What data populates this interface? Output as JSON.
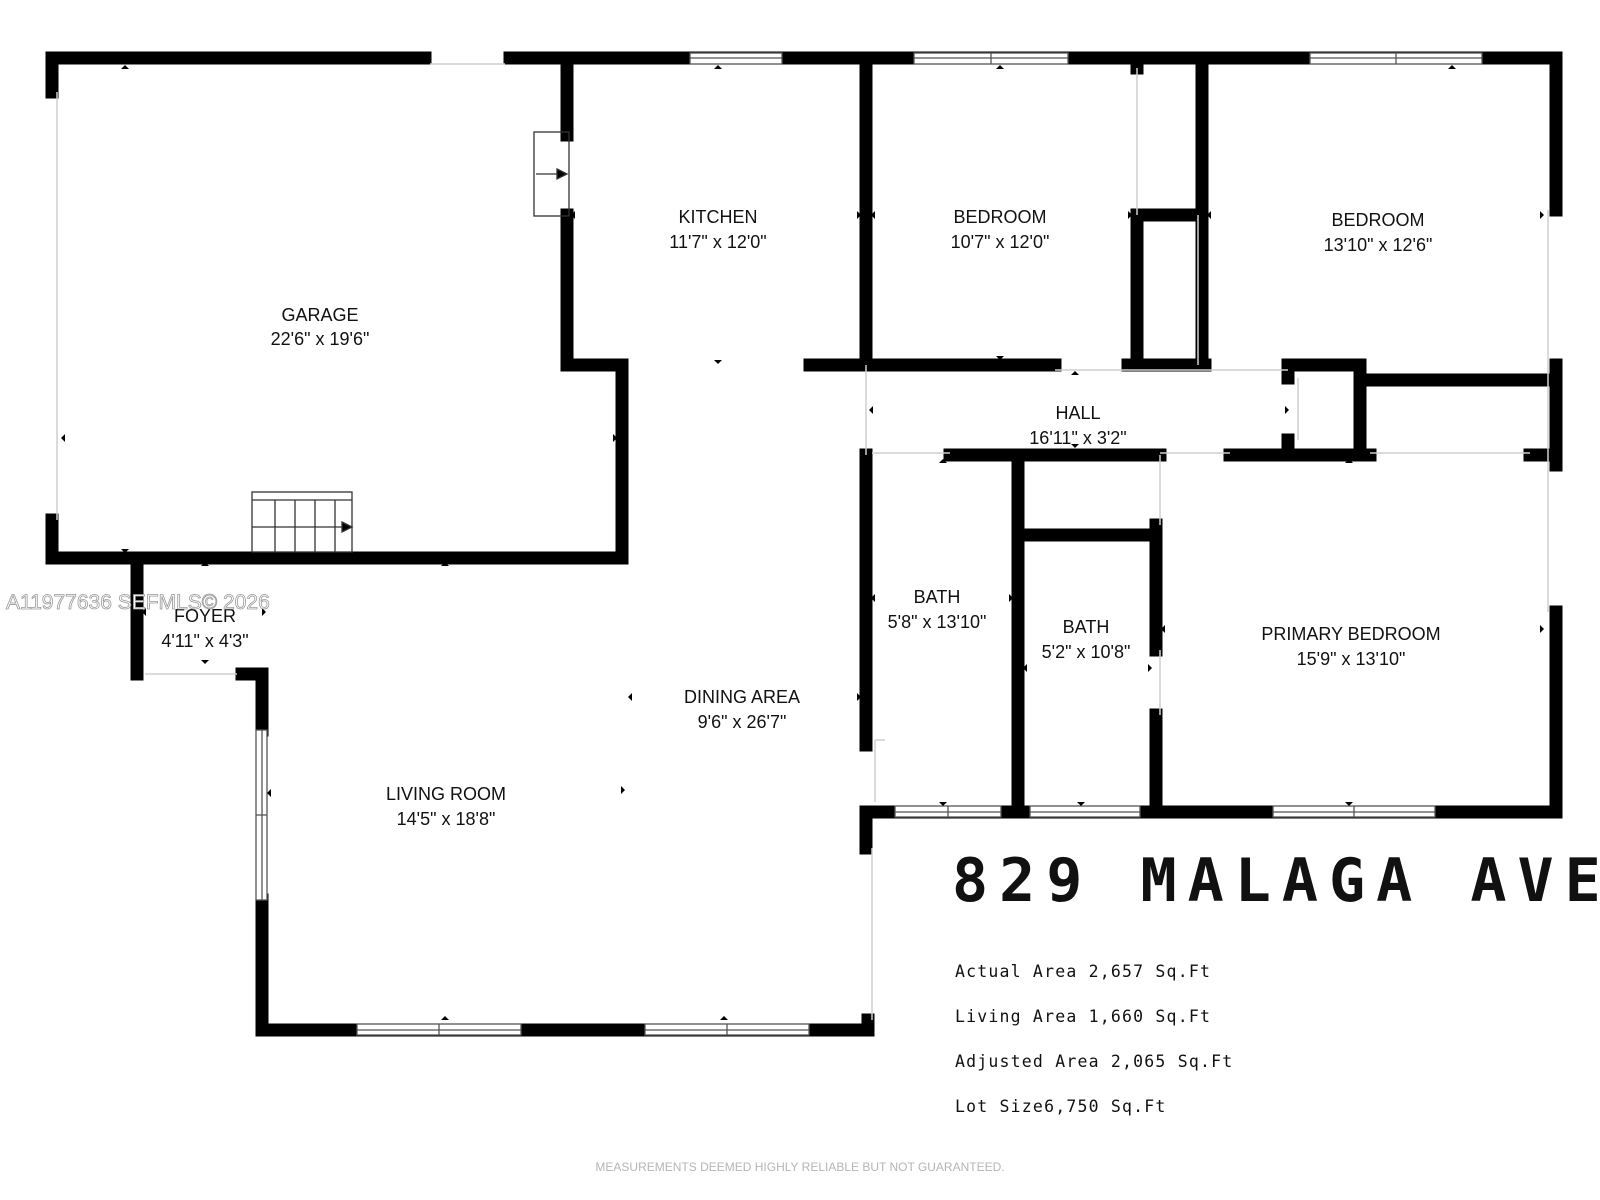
{
  "watermark": "A11977636 SEFMLS© 2026",
  "rooms": [
    {
      "name": "GARAGE",
      "dims": "22'6\" x 19'6\""
    },
    {
      "name": "KITCHEN",
      "dims": "11'7\" x 12'0\""
    },
    {
      "name": "BEDROOM",
      "dims": "10'7\" x 12'0\""
    },
    {
      "name": "BEDROOM",
      "dims": "13'10\" x 12'6\""
    },
    {
      "name": "HALL",
      "dims": "16'11\" x 3'2\""
    },
    {
      "name": "FOYER",
      "dims": "4'11\" x 4'3\""
    },
    {
      "name": "BATH",
      "dims": "5'8\" x 13'10\""
    },
    {
      "name": "BATH",
      "dims": "5'2\" x 10'8\""
    },
    {
      "name": "PRIMARY BEDROOM",
      "dims": "15'9\" x 13'10\""
    },
    {
      "name": "DINING AREA",
      "dims": "9'6\" x 26'7\""
    },
    {
      "name": "LIVING ROOM",
      "dims": "14'5\" x 18'8\""
    }
  ],
  "address": "829 MALAGA AVE",
  "stats": [
    {
      "label": "Actual Area",
      "value": "2,657 Sq.Ft"
    },
    {
      "label": "Living Area",
      "value": "1,660 Sq.Ft"
    },
    {
      "label": "Adjusted Area",
      "value": "2,065 Sq.Ft"
    },
    {
      "label": "Lot Size",
      "value": "6,750 Sq.Ft"
    }
  ],
  "disclaimer": "MEASUREMENTS DEEMED HIGHLY RELIABLE BUT NOT GUARANTEED."
}
